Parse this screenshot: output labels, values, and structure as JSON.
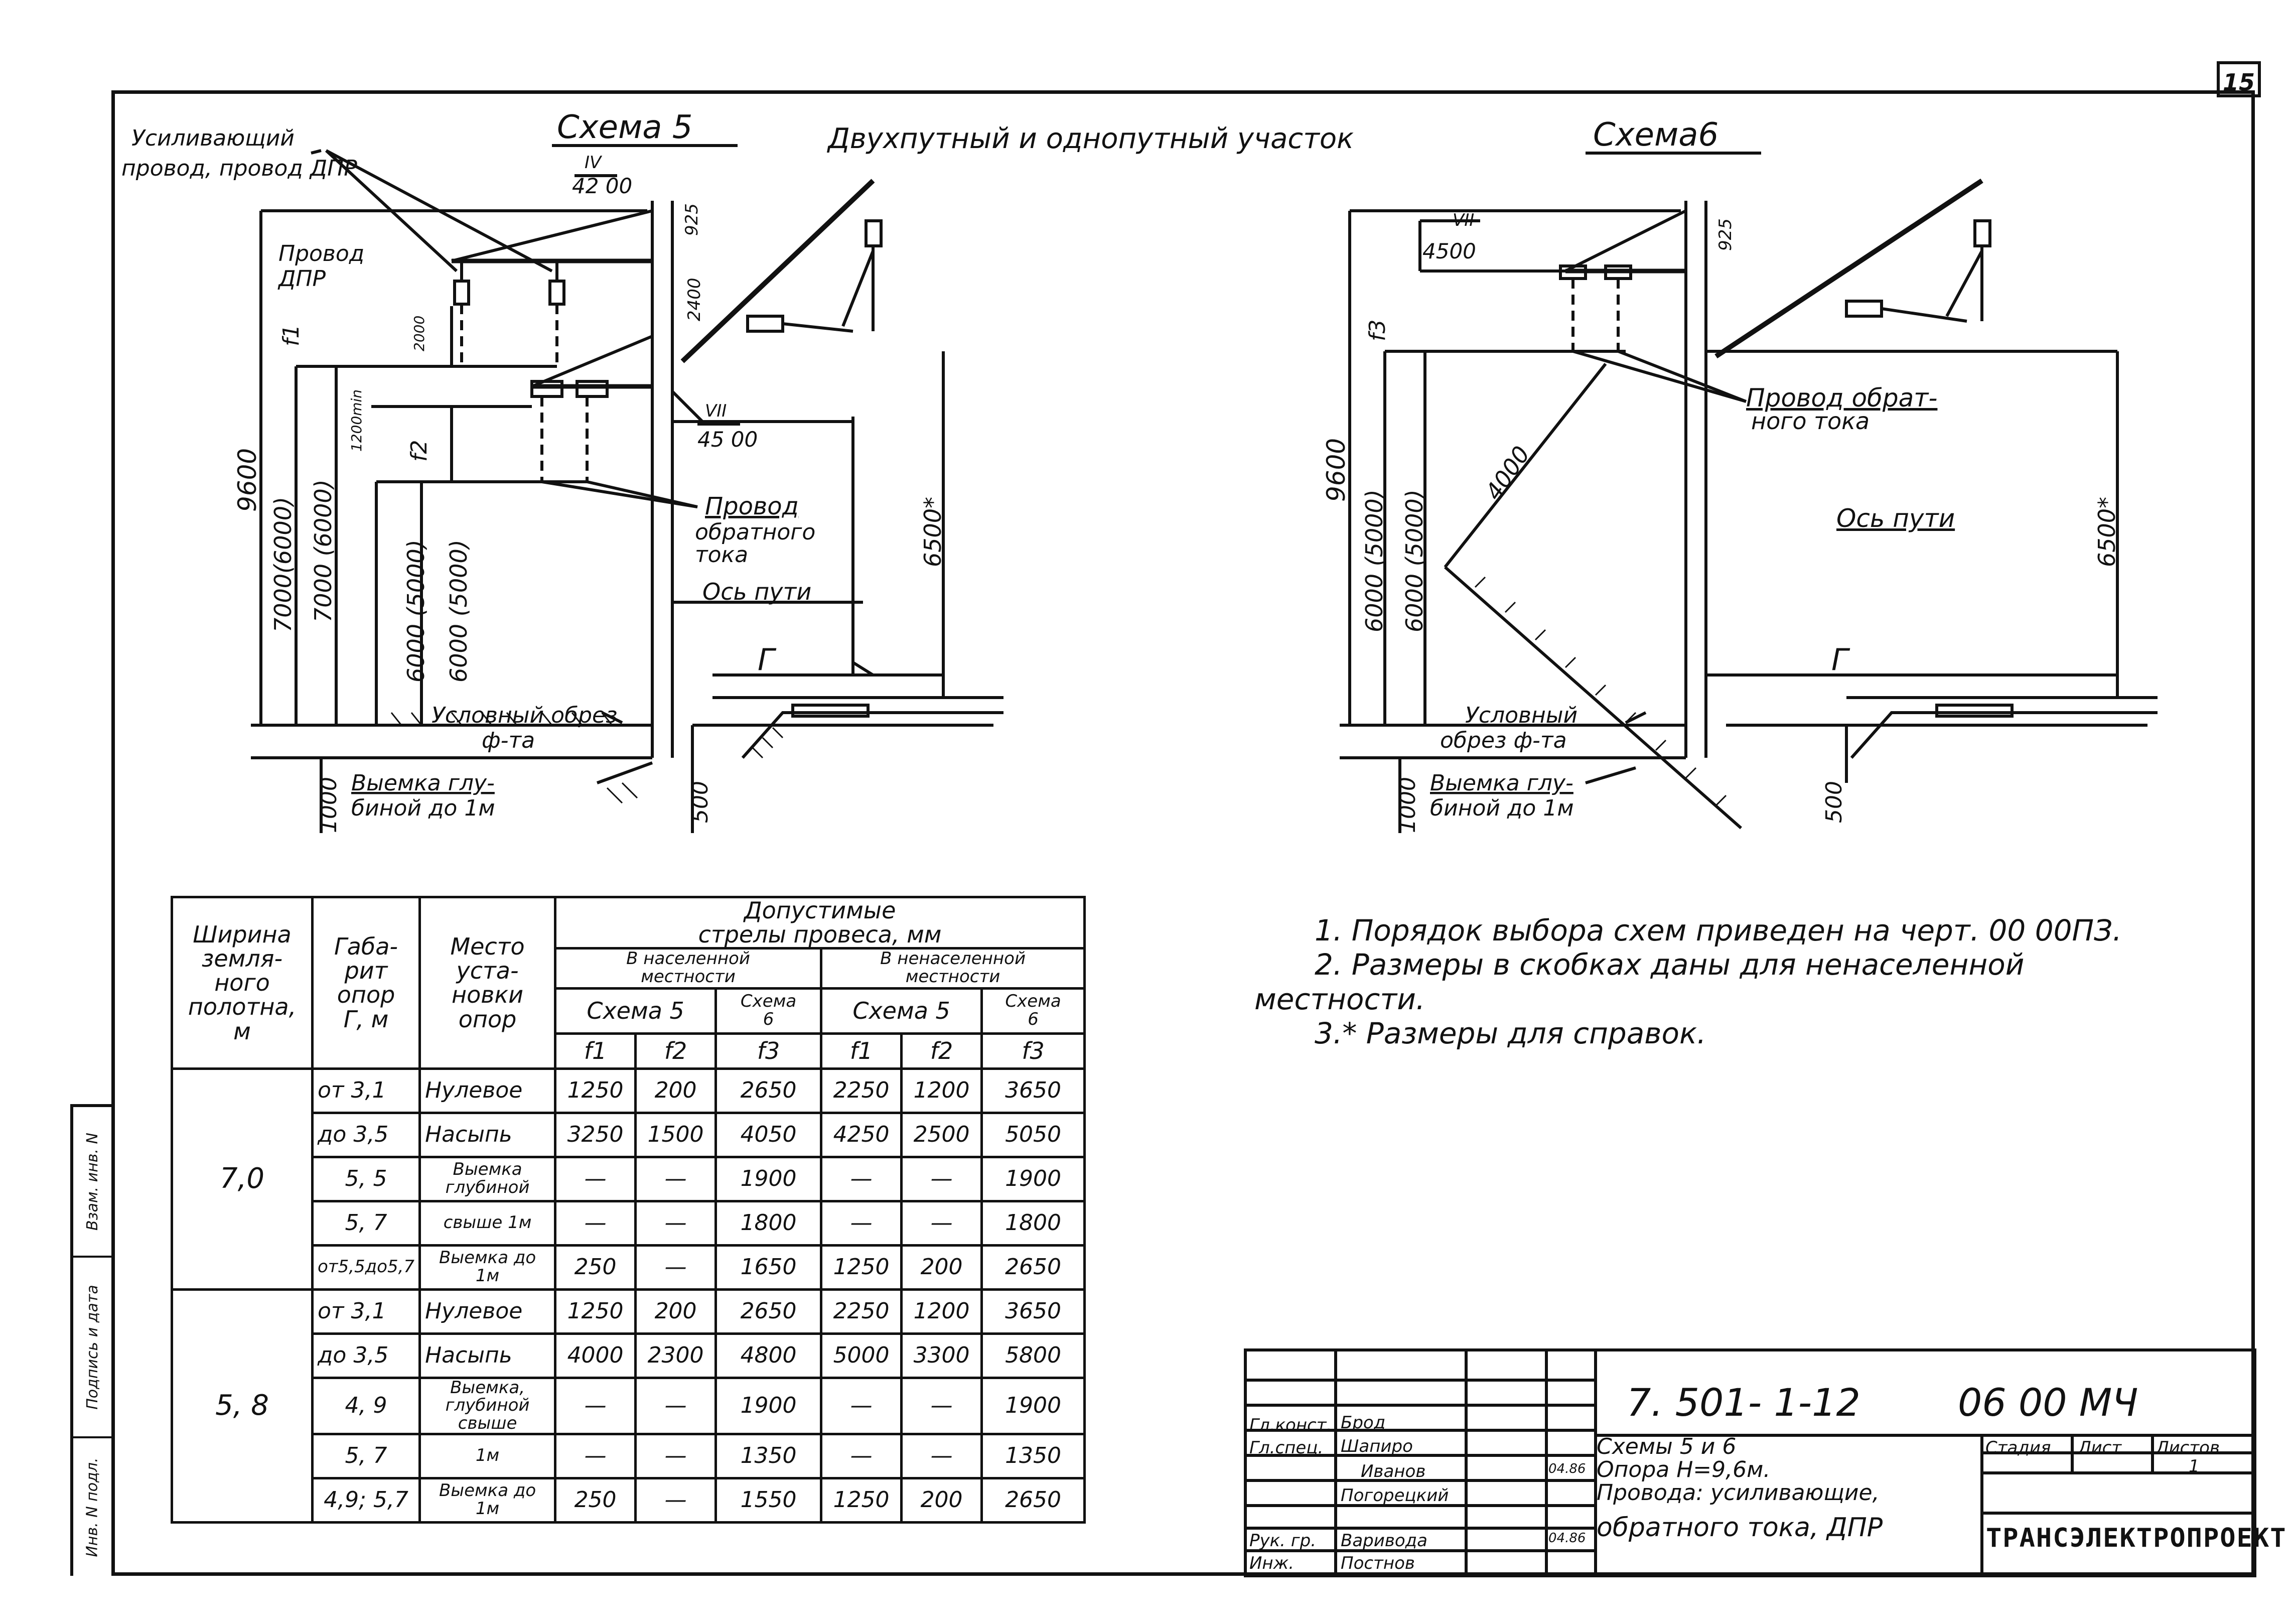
{
  "page_corner_mark": "15",
  "header": {
    "scheme5_title": "Схема 5",
    "scheme6_title": "Схема6",
    "section_title": "Двухпутный и однопутный участок"
  },
  "scheme5": {
    "label_reinforcing": "Усиливающий",
    "label_reinforcing2": "провод, провод ДПР",
    "label_dpr1": "Провод",
    "label_dpr2": "ДПР",
    "bracket_top_num": "IV",
    "bracket_top_den": "42 00",
    "bracket_low_num": "VII",
    "bracket_low_den": "45 00",
    "dim_925": "925",
    "dim_2400": "2400",
    "dim_2000": "2000",
    "dim_1200": "1200min",
    "dim_f1": "f1",
    "dim_f2": "f2",
    "dim_9600": "9600",
    "dim_7000_6000": "7000(6000)",
    "dim_7000_6000b": "7000 (6000)",
    "dim_6000_5000": "6000 (5000)",
    "dim_6000_5000b": "6000 (5000)",
    "dim_6500": "6500*",
    "dim_1000": "1000",
    "dim_500": "500",
    "return_wire1": "Провод",
    "return_wire2": "обратного",
    "return_wire3": "тока",
    "track_axis": "Ось пути",
    "gamma": "Г",
    "foundation1": "Условный обрез",
    "foundation2": "ф-та",
    "cut1": "Выемка глу-",
    "cut2": "биной до 1м"
  },
  "scheme6": {
    "bracket_num": "VII",
    "bracket_den": "4500",
    "dim_925": "925",
    "dim_f3": "f3",
    "dim_9600": "9600",
    "dim_6000_5000": "6000 (5000)",
    "dim_6000_5000b": "6000 (5000)",
    "dim_4000": "4000",
    "dim_6500": "6500*",
    "dim_1000": "1000",
    "dim_500": "500",
    "return_wire1": "Провод обрат-",
    "return_wire2": "ного тока",
    "track_axis": "Ось пути",
    "gamma": "Г",
    "foundation1": "Условный",
    "foundation2": "обрез ф-та",
    "cut1": "Выемка глу-",
    "cut2": "биной до 1м"
  },
  "table": {
    "h_width": [
      "Ширина",
      "земля-",
      "ного",
      "полотна,",
      "м"
    ],
    "h_gabarit": [
      "Габа-",
      "рит",
      "опор",
      "Г, м"
    ],
    "h_place": [
      "Место",
      "уста-",
      "новки",
      "опор"
    ],
    "h_allowed": [
      "Допустимые",
      "стрелы провеса, мм"
    ],
    "h_populated": [
      "В населенной",
      "местности"
    ],
    "h_unpopulated": [
      "В ненаселенной",
      "местности"
    ],
    "h_scheme5": "Схема 5",
    "h_scheme6": [
      "Схема",
      "6"
    ],
    "h_f1": "f1",
    "h_f2": "f2",
    "h_f3": "f3",
    "group1_width": "7,0",
    "group2_width": "5, 8",
    "rows_group1": [
      [
        "от 3,1",
        "Нулевое",
        "1250",
        "200",
        "2650",
        "2250",
        "1200",
        "3650"
      ],
      [
        "до 3,5",
        "Насыпь",
        "3250",
        "1500",
        "4050",
        "4250",
        "2500",
        "5050"
      ],
      [
        "5, 5",
        "Выемка глубиной",
        "—",
        "—",
        "1900",
        "—",
        "—",
        "1900"
      ],
      [
        "5, 7",
        "свыше 1м",
        "—",
        "—",
        "1800",
        "—",
        "—",
        "1800"
      ],
      [
        "от5,5до5,7",
        "Выемка до 1м",
        "250",
        "—",
        "1650",
        "1250",
        "200",
        "2650"
      ]
    ],
    "rows_group2": [
      [
        "от 3,1",
        "Нулевое",
        "1250",
        "200",
        "2650",
        "2250",
        "1200",
        "3650"
      ],
      [
        "до 3,5",
        "Насыпь",
        "4000",
        "2300",
        "4800",
        "5000",
        "3300",
        "5800"
      ],
      [
        "4, 9",
        "Выемка, глубиной свыше",
        "—",
        "—",
        "1900",
        "—",
        "—",
        "1900"
      ],
      [
        "5, 7",
        "1м",
        "—",
        "—",
        "1350",
        "—",
        "—",
        "1350"
      ],
      [
        "4,9; 5,7",
        "Выемка до 1м",
        "250",
        "—",
        "1550",
        "1250",
        "200",
        "2650"
      ]
    ]
  },
  "notes": [
    "1. Порядок выбора схем приведен на черт. 00 00ПЗ.",
    "2. Размеры в скобках даны для ненаселенной",
    "местности.",
    "3.* Размеры для справок."
  ],
  "title_block": {
    "code": "7. 501- 1-12",
    "code2": "06 00 МЧ",
    "desc": [
      "Схемы 5 и 6",
      "Опора Н=9,6м.",
      "Провода: усиливающие,",
      "обратного тока, ДПР"
    ],
    "roles": [
      "Гл.конст.",
      "Гл.спец.",
      "",
      "",
      "Рук. гр.",
      "Инж."
    ],
    "names": [
      "Брод",
      "Шапиро",
      "Иванов",
      "Погорецкий",
      "Варивода",
      "Постнов"
    ],
    "dates": [
      "",
      "",
      "04.86",
      "",
      "04.86",
      ""
    ],
    "stage_label": "Стадия",
    "sheet_label": "Лист",
    "sheets_label": "Листов",
    "sheets_value": "1",
    "org": "ТРАНСЭЛЕКТРОПРОЕКТ"
  },
  "side_strip": [
    "Инв. N подл.",
    "Подпись и дата",
    "Взам. инв. N"
  ]
}
